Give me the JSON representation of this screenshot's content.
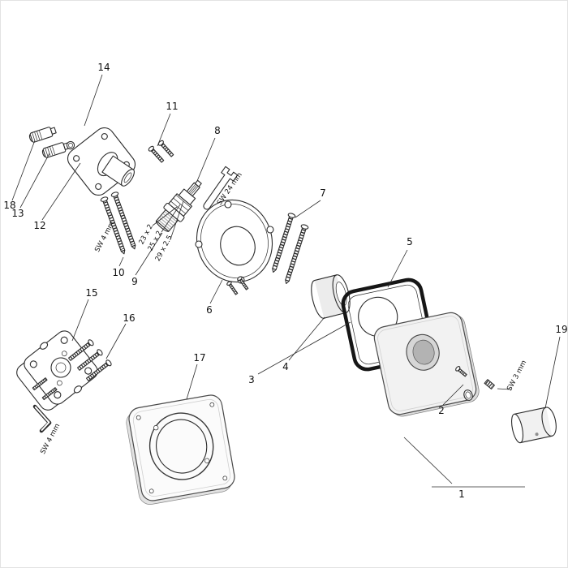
{
  "figure": {
    "callouts": {
      "c1": "1",
      "c2": "2",
      "c3": "3",
      "c4": "4",
      "c5": "5",
      "c6": "6",
      "c7": "7",
      "c8": "8",
      "c9": "9",
      "c10": "10",
      "c11": "11",
      "c12": "12",
      "c13": "13",
      "c14": "14",
      "c15": "15",
      "c16": "16",
      "c17": "17",
      "c18": "18",
      "c19": "19"
    },
    "labels": {
      "sw4_top": "SW 4 mm",
      "sw24": "SW 24 mm",
      "sw4_bottom": "SW 4 mm",
      "sw3": "SW 3 mm",
      "seal_23": "23 x 2",
      "seal_25": "25 x 2",
      "seal_29": "29 x 2.5"
    }
  }
}
